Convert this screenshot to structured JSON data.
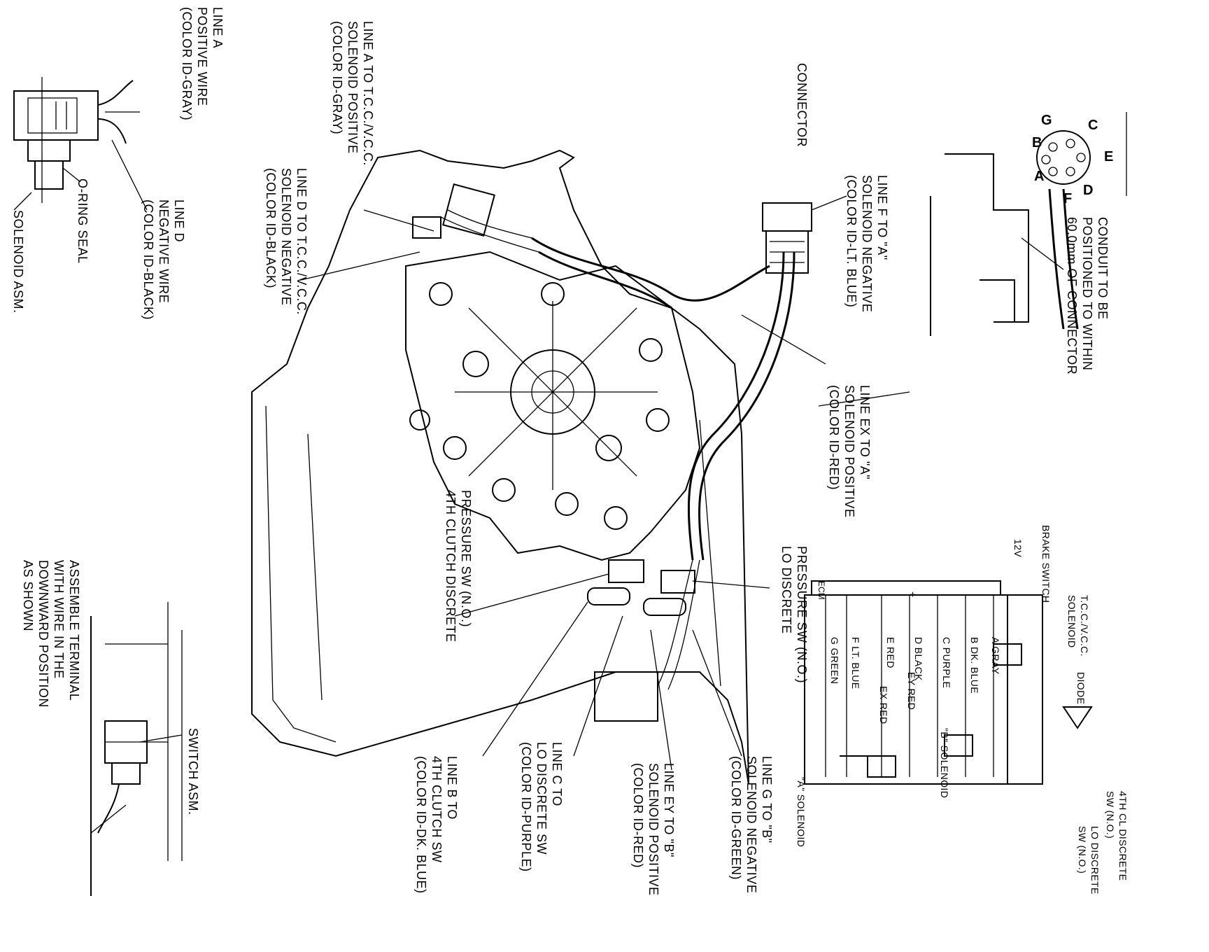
{
  "callouts": {
    "conduit": [
      "CONDUIT TO BE",
      "POSITIONED TO WITHIN",
      "60.0mm OF CONNECTOR"
    ],
    "connector": [
      "CONNECTOR"
    ],
    "line_f": [
      "LINE F TO \"A\"",
      "SOLENOID NEGATIVE",
      "(COLOR ID-LT. BLUE)"
    ],
    "line_ex": [
      "LINE EX TO \"A\"",
      "SOLENOID POSITIVE",
      "(COLOR ID-RED)"
    ],
    "line_a_tcc": [
      "LINE A TO T.C.C./V.C.C.",
      "SOLENOID POSITIVE",
      "(COLOR ID-GRAY)"
    ],
    "line_d_tcc": [
      "LINE D TO T.C.C./V.C.C.",
      "SOLENOID NEGATIVE",
      "(COLOR ID-BLACK)"
    ],
    "line_a_left": [
      "LINE A",
      "POSITIVE WIRE",
      "(COLOR ID-GRAY)"
    ],
    "line_d_left": [
      "LINE D",
      "NEGATIVE WIRE",
      "(COLOR ID-BLACK)"
    ],
    "oring": [
      "O-RING SEAL"
    ],
    "solenoid_asm": [
      "SOLENOID ASM."
    ],
    "pressure_4th": [
      "PRESSURE SW (N.O.)",
      "4TH CLUTCH DISCRETE"
    ],
    "pressure_lo": [
      "PRESSURE SW (N.O.)",
      "LO DISCRETE"
    ],
    "line_g": [
      "LINE G TO \"B\"",
      "SOLENOID NEGATIVE",
      "(COLOR ID-GREEN)"
    ],
    "line_ey": [
      "LINE EY TO \"B\"",
      "SOLENOID POSITIVE",
      "(COLOR ID-RED)"
    ],
    "line_c": [
      "LINE C TO",
      "LO DISCRETE SW",
      "(COLOR ID-PURPLE)"
    ],
    "line_b": [
      "LINE B TO",
      "4TH CLUTCH SW",
      "(COLOR ID-DK. BLUE)"
    ],
    "assemble": [
      "ASSEMBLE TERMINAL",
      "WITH WIRE IN THE",
      "DOWNWARD POSITION",
      "AS SHOWN"
    ],
    "switch_asm": [
      "SWITCH ASM."
    ]
  },
  "connector_pins": [
    "C",
    "G",
    "B",
    "A",
    "E",
    "D",
    "F"
  ],
  "schematic": {
    "brake_switch": "BRAKE SWITCH",
    "volt": "12V",
    "tcc_solenoid": [
      "T.C.C./V.C.C.",
      "SOLENOID"
    ],
    "ecm": "ECM",
    "plus": "+",
    "wires": [
      "A GRAY",
      "B DK. BLUE",
      "C PURPLE",
      "D BLACK",
      "E RED",
      "F LT. BLUE",
      "G GREEN"
    ],
    "ey": "EY RED",
    "ex": "EX RED",
    "diode": "DIODE",
    "b_solenoid": "\"B\" SOLENOID",
    "a_solenoid": "\"A\" SOLENOID",
    "fourth_cl": [
      "4TH CL DISCRETE",
      "SW (N.O.)"
    ],
    "lo_discrete": [
      "LO DISCRETE",
      "SW (N.O.)"
    ]
  }
}
